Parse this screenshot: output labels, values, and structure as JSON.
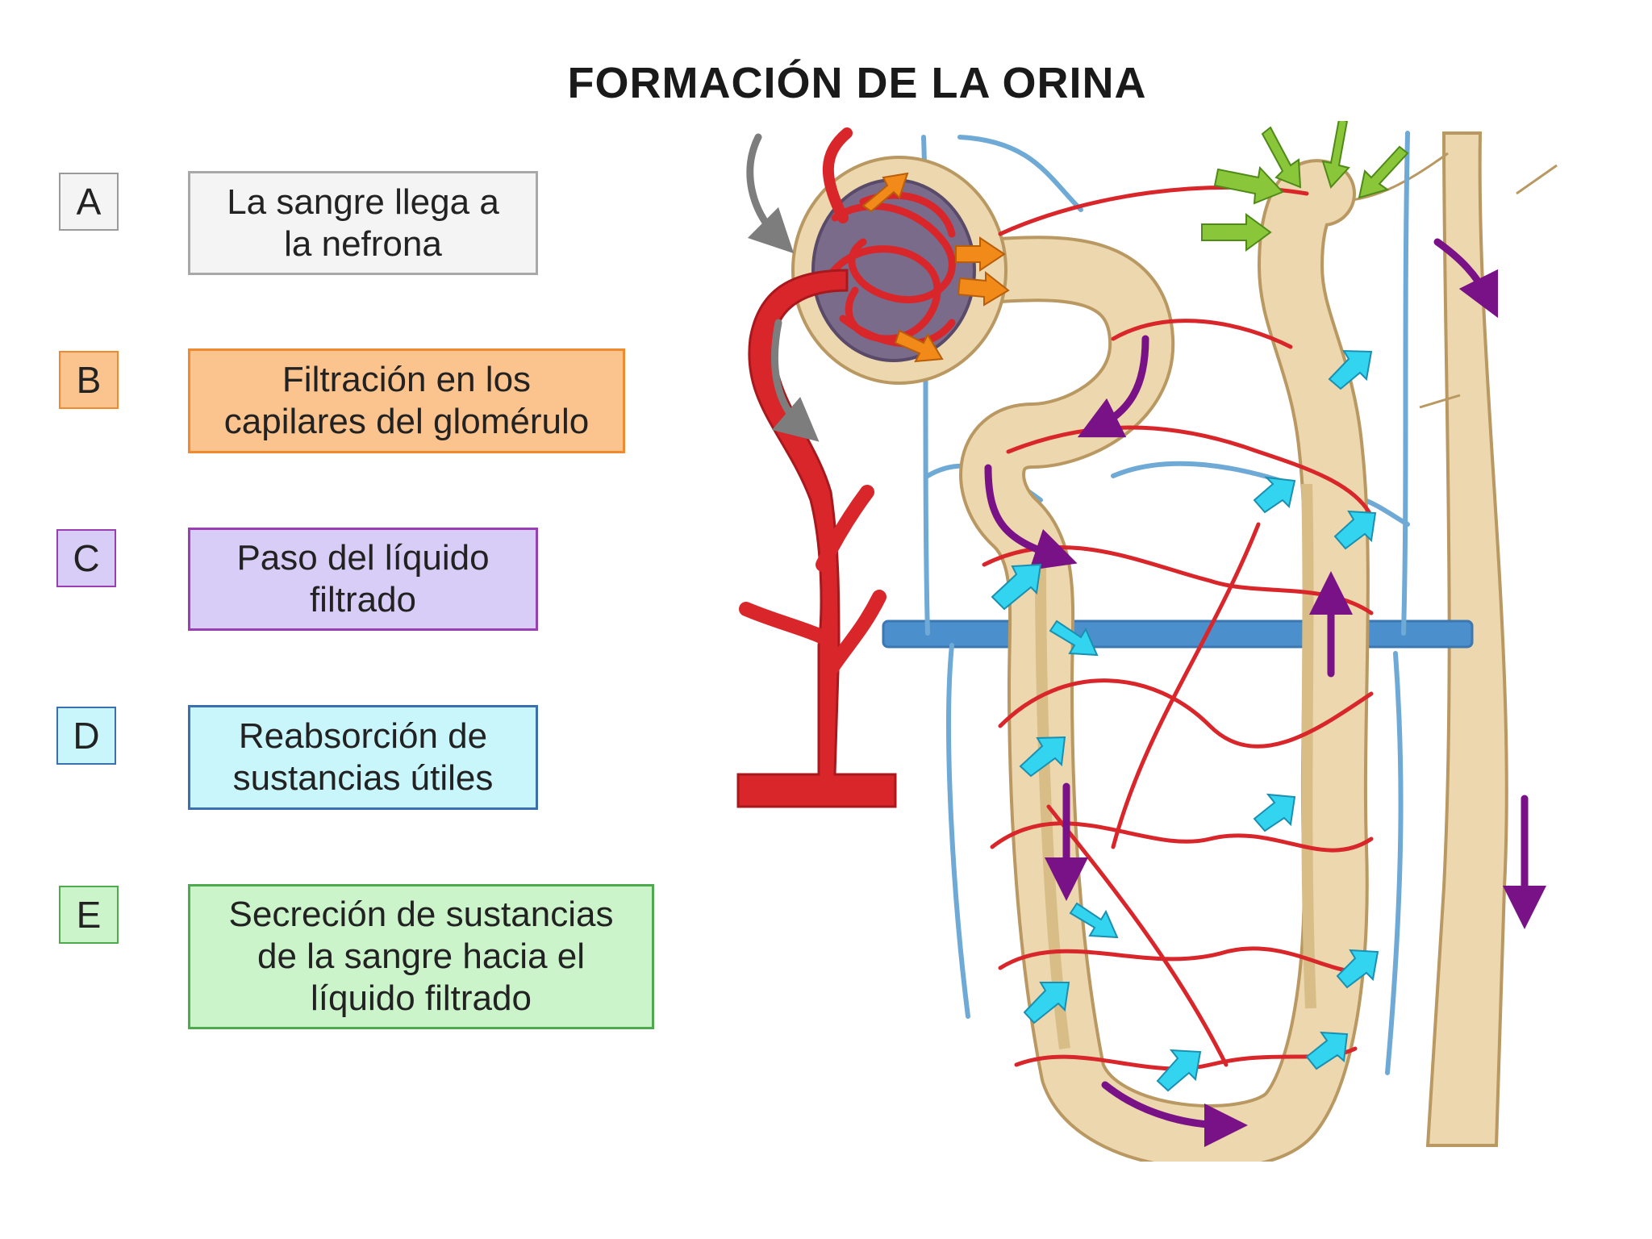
{
  "title": "FORMACIÓN DE LA ORINA",
  "steps": [
    {
      "letter": "A",
      "text": "La sangre llega a\nla nefrona",
      "fill": "#f4f4f4",
      "border": "#9a9a9a",
      "letter_fill": "#f4f4f4"
    },
    {
      "letter": "B",
      "text": "Filtración en los\ncapilares del glomérulo",
      "fill": "#fbc38d",
      "border": "#f08a30",
      "letter_fill": "#fbc38d"
    },
    {
      "letter": "C",
      "text": "Paso del líquido\nfiltrado",
      "fill": "#d8cdf6",
      "border": "#9a3fb1",
      "letter_fill": "#d8cdf6"
    },
    {
      "letter": "D",
      "text": "Reabsorción de\nsustancias útiles",
      "fill": "#c9f6fb",
      "border": "#3b6fb0",
      "letter_fill": "#c9f6fb"
    },
    {
      "letter": "E",
      "text": "Secreción de sustancias\nde la sangre hacia el\nlíquido filtrado",
      "fill": "#cbf4cb",
      "border": "#4faa4f",
      "letter_fill": "#cbf4cb"
    }
  ],
  "colors": {
    "artery": "#d8262b",
    "vein": "#6fa9d6",
    "tubule": "#ecd7ae",
    "tubule_edge": "#b99862",
    "filtration_arrow": "#f28a1a",
    "flow_arrow": "#7a1287",
    "reabsorption_arrow": "#33d4ef",
    "secretion_arrow": "#8ac63a",
    "blood_arrow": "#7d7d7d"
  }
}
